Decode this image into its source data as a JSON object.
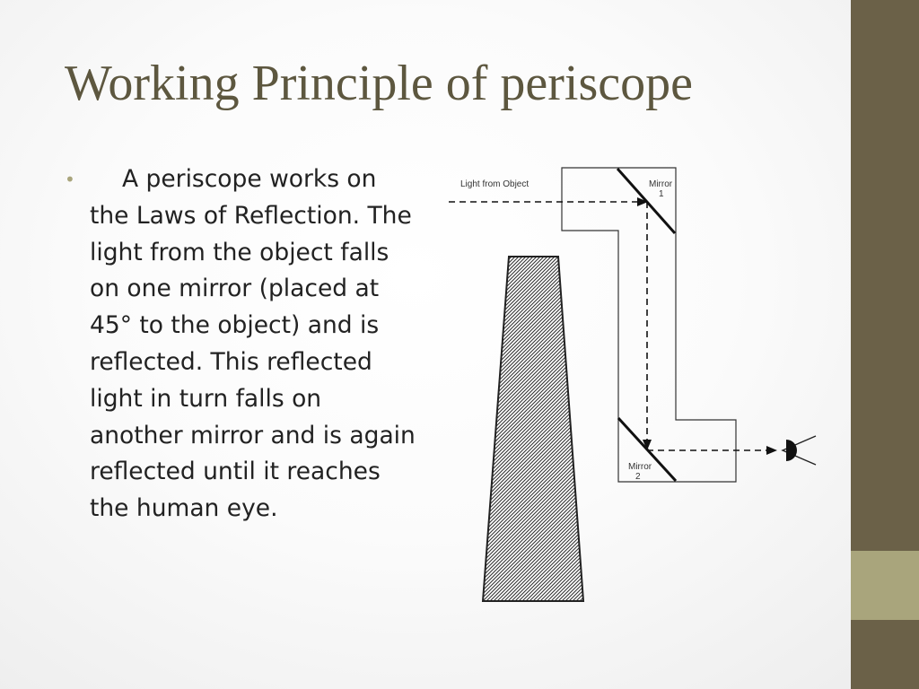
{
  "slide": {
    "title": "Working Principle of periscope",
    "bullet": {
      "marker": "•",
      "lines": "A periscope works on\nthe Laws of Reflection. The\nlight from the object falls\non one mirror (placed at\n45° to the object) and is\nreflected. This reflected\nlight in turn falls on\nanother mirror and is again\nreflected until it reaches\nthe human eye."
    },
    "diagram": {
      "light_label": "Light from Object",
      "mirror1_word": "Mirror",
      "mirror1_num": "1",
      "mirror2_word": "Mirror",
      "mirror2_num": "2"
    }
  },
  "colors": {
    "title": "#5d573f",
    "side_bar": "#6b6148",
    "side_accent": "#a9a57c",
    "bullet_marker": "#a9a57c"
  }
}
